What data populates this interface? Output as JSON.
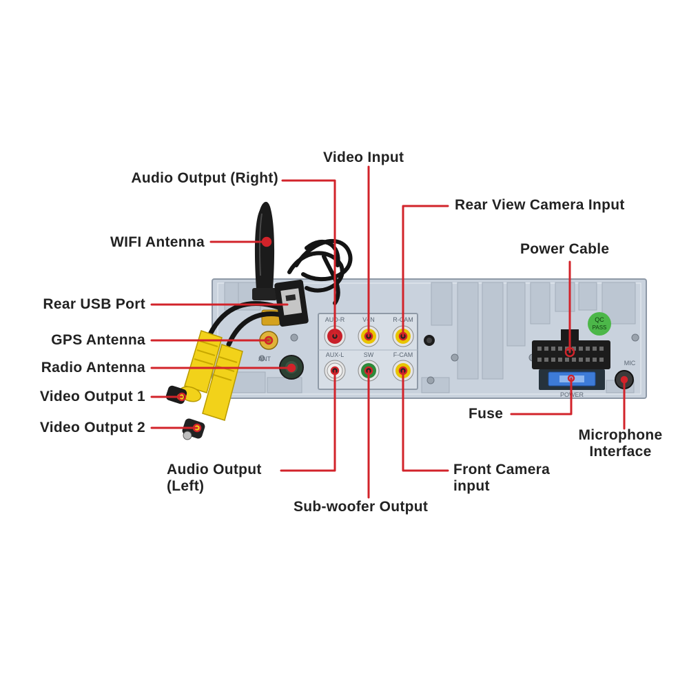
{
  "labels": {
    "audio_out_right": "Audio Output (Right)",
    "video_input": "Video Input",
    "rear_camera": "Rear View Camera Input",
    "wifi": "WIFI Antenna",
    "power_cable": "Power Cable",
    "usb": "Rear USB Port",
    "gps": "GPS Antenna",
    "radio": "Radio Antenna",
    "video_out_1": "Video Output 1",
    "video_out_2": "Video Output 2",
    "fuse": "Fuse",
    "mic_line1": "Microphone",
    "mic_line2": "Interface",
    "audio_out_left_line1": "Audio Output",
    "audio_out_left_line2": "(Left)",
    "subwoofer": "Sub-woofer Output",
    "front_cam_line1": "Front Camera",
    "front_cam_line2": "input"
  },
  "panel_marks": {
    "ant": "ANT",
    "audio_r": "AUD-R",
    "v_in": "V-IN",
    "r_cam": "R-CAM",
    "aux_l": "AUX-L",
    "sw": "SW",
    "f_cam": "F-CAM",
    "power": "POWER",
    "mic": "MIC",
    "qc_line1": "QC",
    "qc_line2": "PASS"
  },
  "colors": {
    "leader_line": "#d2232a",
    "panel": "#c9d2dd",
    "jack_red": "#c8202a",
    "jack_yellow": "#e8c400",
    "jack_green": "#2f8a3a",
    "jack_white": "#eeeeee",
    "fuse_blue": "#3d7bd8",
    "antenna_black": "#1b1b1b",
    "rca_yellow": "#f2d21a"
  }
}
